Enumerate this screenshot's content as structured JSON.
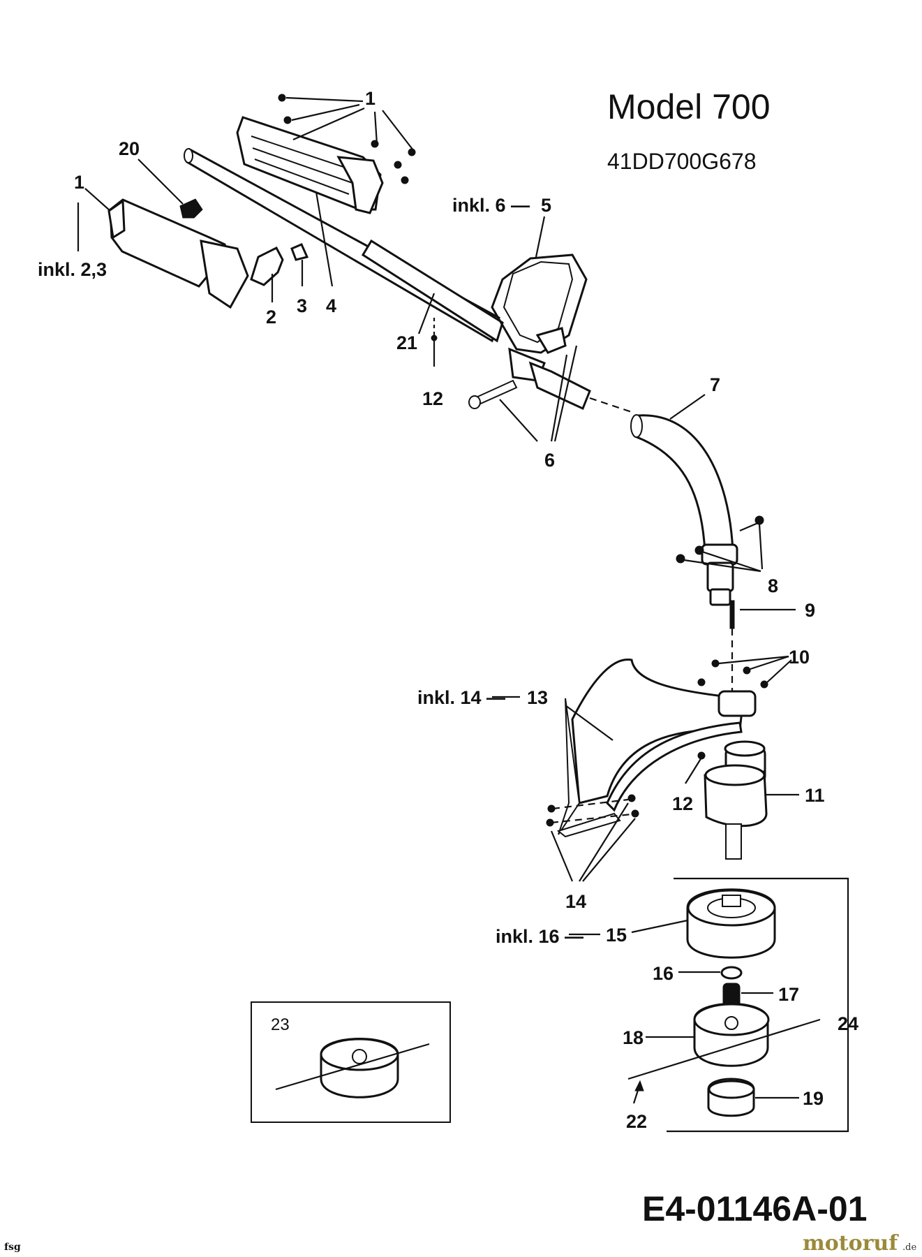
{
  "header": {
    "model": "Model  700",
    "model_code": "41DD700G678"
  },
  "footer": {
    "drawing_number": "E4-01146A-01",
    "initials": "fsg",
    "watermark_main": "motoruf",
    "watermark_suffix": ".de"
  },
  "labels": {
    "p1_top": "1",
    "p1_left": "1",
    "p1_note": "inkl. 2,3",
    "p2": "2",
    "p3": "3",
    "p4": "4",
    "p5": "5",
    "p5_note": "inkl. 6 —",
    "p6": "6",
    "p7": "7",
    "p8": "8",
    "p9": "9",
    "p10": "10",
    "p11": "11",
    "p12_upper": "12",
    "p12_lower": "12",
    "p13": "13",
    "p13_note": "inkl. 14 —",
    "p14": "14",
    "p15": "15",
    "p15_note": "inkl. 16 —",
    "p16": "16",
    "p17": "17",
    "p18": "18",
    "p19": "19",
    "p20": "20",
    "p21": "21",
    "p22": "22",
    "p23": "23",
    "p24": "24"
  }
}
